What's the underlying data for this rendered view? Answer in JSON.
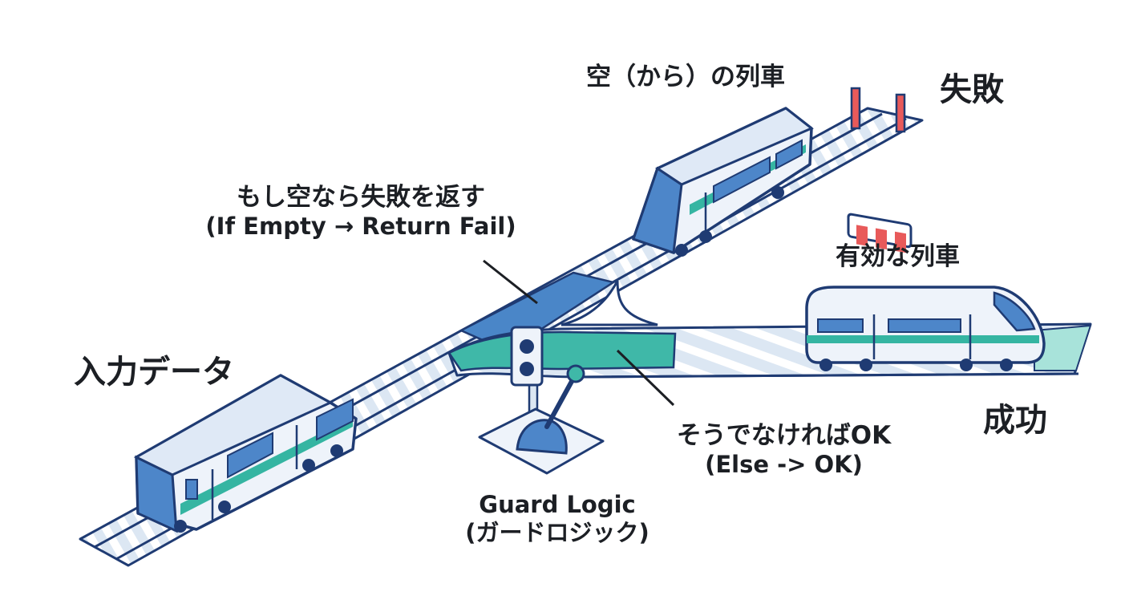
{
  "labels": {
    "empty_train": "空（から）の列車",
    "fail": "失敗",
    "guard_condition_jp": "もし空なら失敗を返す",
    "guard_condition_en": "(If Empty → Return Fail)",
    "valid_train": "有効な列車",
    "input_data": "入力データ",
    "success": "成功",
    "else_jp": "そうでなければOK",
    "else_en": "(Else -> OK)",
    "guard_logic_en": "Guard Logic",
    "guard_logic_jp": "(ガードロジック)"
  },
  "colors": {
    "outline": "#1f3b73",
    "fail_path": "#4a86c8",
    "success_path": "#3fb8a8",
    "track_bed": "#dce7f3",
    "barrier_red": "#e85a5a",
    "train_body": "#eef3fa",
    "train_stripe": "#35b5a2",
    "train_window": "#4d86c9"
  }
}
